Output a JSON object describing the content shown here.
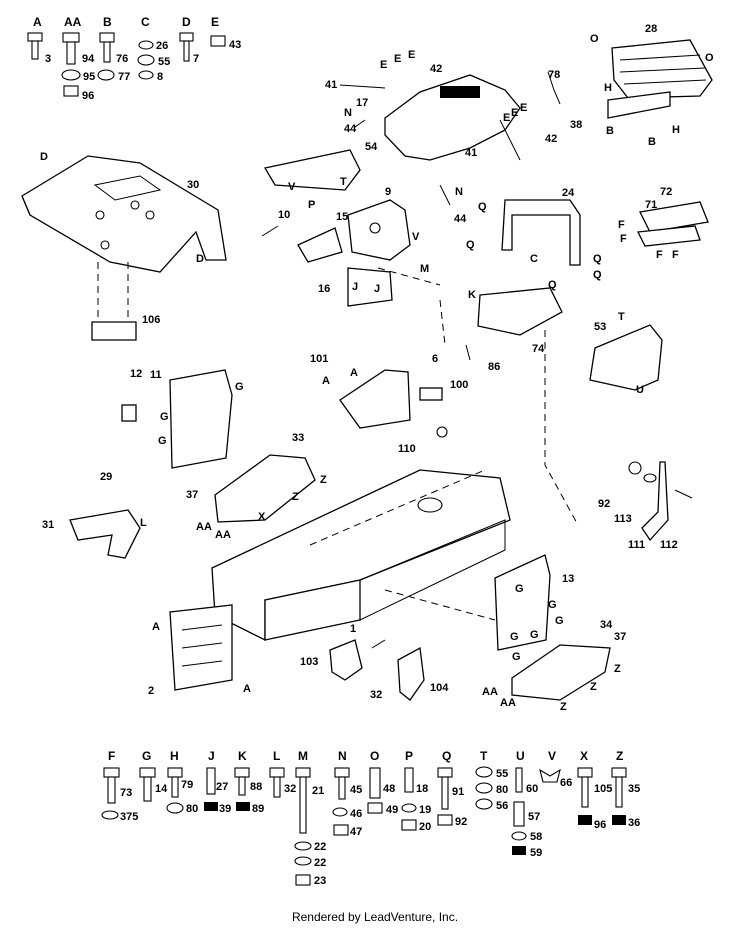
{
  "credit": "Rendered by LeadVenture, Inc.",
  "hardware_top": [
    {
      "letter": "A",
      "parts": [
        "3"
      ]
    },
    {
      "letter": "AA",
      "parts": [
        "94",
        "95",
        "96"
      ]
    },
    {
      "letter": "B",
      "parts": [
        "76",
        "77"
      ]
    },
    {
      "letter": "C",
      "parts": [
        "26",
        "55",
        "8"
      ]
    },
    {
      "letter": "D",
      "parts": [
        "7"
      ]
    },
    {
      "letter": "E",
      "parts": [
        "43"
      ]
    }
  ],
  "hardware_bottom": [
    {
      "letter": "F",
      "parts": [
        "73",
        "375"
      ]
    },
    {
      "letter": "G",
      "parts": [
        "14"
      ]
    },
    {
      "letter": "H",
      "parts": [
        "79",
        "80"
      ]
    },
    {
      "letter": "J",
      "parts": [
        "27",
        "39"
      ]
    },
    {
      "letter": "K",
      "parts": [
        "88",
        "89"
      ]
    },
    {
      "letter": "L",
      "parts": [
        "32"
      ]
    },
    {
      "letter": "M",
      "parts": [
        "21",
        "22",
        "22",
        "23"
      ]
    },
    {
      "letter": "N",
      "parts": [
        "45",
        "46",
        "47"
      ]
    },
    {
      "letter": "O",
      "parts": [
        "48",
        "49"
      ]
    },
    {
      "letter": "P",
      "parts": [
        "18",
        "19",
        "20"
      ]
    },
    {
      "letter": "Q",
      "parts": [
        "91",
        "92"
      ]
    },
    {
      "letter": "T",
      "parts": [
        "55",
        "80",
        "56"
      ]
    },
    {
      "letter": "U",
      "parts": [
        "60",
        "57",
        "58",
        "59"
      ]
    },
    {
      "letter": "V",
      "parts": [
        "66"
      ]
    },
    {
      "letter": "X",
      "parts": [
        "105",
        "96"
      ]
    },
    {
      "letter": "Z",
      "parts": [
        "35",
        "36"
      ]
    }
  ],
  "callouts": {
    "c1": "1",
    "c2": "2",
    "c6": "6",
    "c9": "9",
    "c10": "10",
    "c11": "11",
    "c12": "12",
    "c13": "13",
    "c15": "15",
    "c16": "16",
    "c17": "17",
    "c24": "24",
    "c28": "28",
    "c29": "29",
    "c30": "30",
    "c31": "31",
    "c32": "32",
    "c33": "33",
    "c34": "34",
    "c37a": "37",
    "c37b": "37",
    "c38": "38",
    "c41a": "41",
    "c41b": "41",
    "c42a": "42",
    "c42b": "42",
    "c44a": "44",
    "c44b": "44",
    "c53": "53",
    "c54": "54",
    "c71": "71",
    "c72": "72",
    "c74": "74",
    "c78": "78",
    "c86": "86",
    "c92": "92",
    "c100": "100",
    "c101": "101",
    "c103": "103",
    "c104": "104",
    "c106": "106",
    "c110": "110",
    "c111": "111",
    "c112": "112",
    "c113": "113"
  },
  "letters": {
    "D": "D",
    "V": "V",
    "T": "T",
    "P": "P",
    "M": "M",
    "N": "N",
    "J": "J",
    "K": "K",
    "Q": "Q",
    "C": "C",
    "F": "F",
    "U": "U",
    "G": "G",
    "A": "A",
    "AA": "AA",
    "Z": "Z",
    "X": "X",
    "L": "L",
    "E": "E",
    "H": "H",
    "B": "B",
    "O": "O"
  }
}
